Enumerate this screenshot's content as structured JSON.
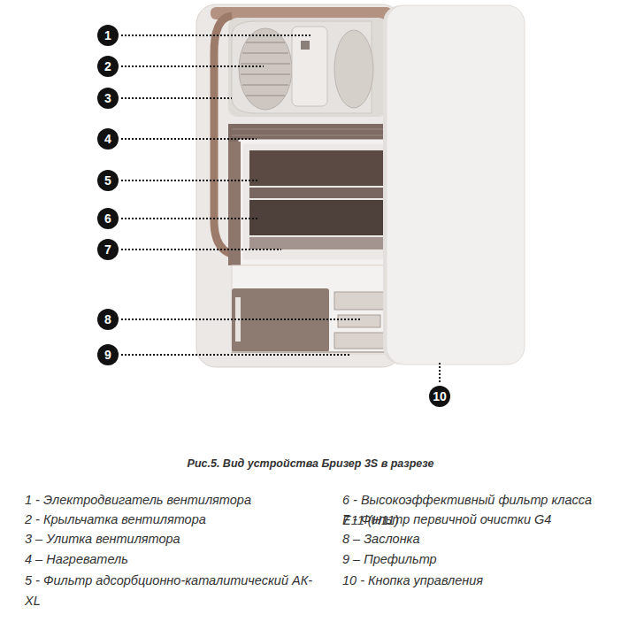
{
  "diagram": {
    "caption": "Рис.5. Вид устройства Бризер 3S в разрезе",
    "labels": [
      "1",
      "2",
      "3",
      "4",
      "5",
      "6",
      "7",
      "8",
      "9",
      "10",
      "1 - Электродвигатель вентилятора",
      "2 - Крыльчатка вентилятора",
      "3 – Улитка вентилятора",
      "4 – Нагреватель",
      "5 - Фильтр адсорбционно-каталитический АК-XL",
      "6 - Высокоэффективный фильтр класса E11 (H11)",
      "7 - Фильтр первичной очистки G4",
      "8 – Заслонка",
      "9 – Префильтр",
      "10 - Кнопка управления"
    ]
  }
}
